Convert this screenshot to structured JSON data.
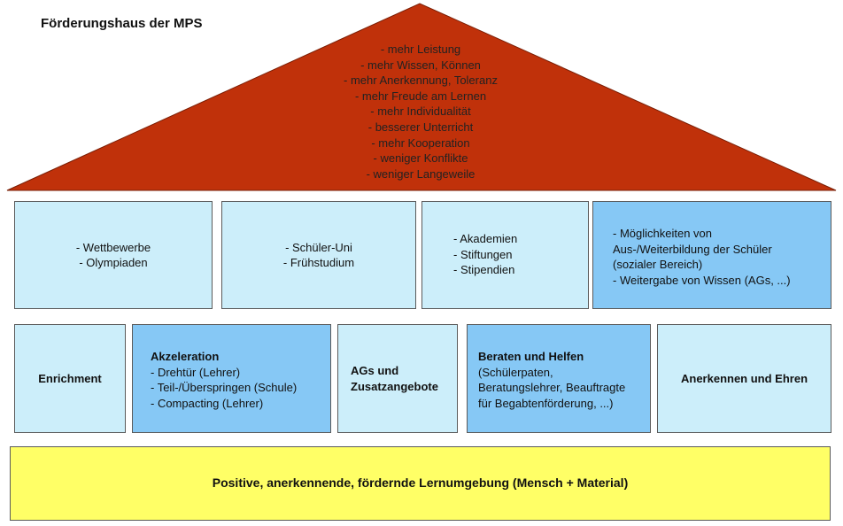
{
  "title": "Förderungshaus der MPS",
  "roof": {
    "color": "#c0310a",
    "lines": [
      "- mehr Leistung",
      "- mehr Wissen, Können",
      "- mehr Anerkennung, Toleranz",
      "- mehr Freude am Lernen",
      "- mehr Individualität",
      "- besserer Unterricht",
      "- mehr Kooperation",
      "- weniger Konflikte",
      "- weniger Langeweile"
    ]
  },
  "upper_row": [
    {
      "lines": [
        "- Wettbewerbe",
        "- Olympiaden"
      ]
    },
    {
      "lines": [
        "- Schüler-Uni",
        "- Frühstudium"
      ]
    },
    {
      "lines": [
        "- Akademien",
        "- Stiftungen",
        "- Stipendien"
      ]
    },
    {
      "lines": [
        "- Möglichkeiten von",
        "Aus-/Weiterbildung der Schüler",
        "(sozialer Bereich)",
        "- Weitergabe von Wissen (AGs, ...)"
      ]
    }
  ],
  "pillars": [
    {
      "heading": "Enrichment",
      "lines": []
    },
    {
      "heading": "Akzeleration",
      "lines": [
        "- Drehtür (Lehrer)",
        "- Teil-/Überspringen (Schule)",
        "- Compacting (Lehrer)"
      ]
    },
    {
      "heading_lines": [
        "AGs und",
        "Zusatzangebote"
      ]
    },
    {
      "heading": "Beraten und Helfen",
      "lines": [
        "(Schülerpaten,",
        "Beratungslehrer, Beauftragte",
        "für Begabtenförderung, ...)"
      ]
    },
    {
      "heading": "Anerkennen und Ehren",
      "lines": []
    }
  ],
  "foundation": "Positive, anerkennende, fördernde Lernumgebung (Mensch + Material)",
  "colors": {
    "light_blue": "#cceefa",
    "mid_blue": "#86c8f5",
    "yellow": "#ffff66",
    "roof_red": "#c0310a"
  }
}
